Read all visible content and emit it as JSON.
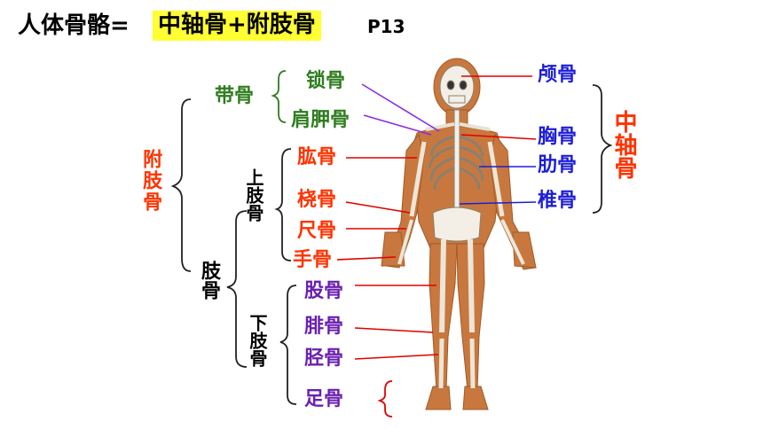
{
  "title": {
    "left": "人体骨骼=",
    "highlight": "中轴骨+附肢骨",
    "page": "P13"
  },
  "appendicular": {
    "label": "附肢骨",
    "girdle": {
      "label": "带骨",
      "items": [
        "锁骨",
        "肩胛骨"
      ]
    },
    "limb": {
      "label": "肢骨",
      "upper": {
        "label": "上肢骨",
        "items": [
          "肱骨",
          "桡骨",
          "尺骨",
          "手骨"
        ]
      },
      "lower": {
        "label": "下肢骨",
        "items": [
          "股骨",
          "腓骨",
          "胫骨",
          "足骨"
        ]
      }
    }
  },
  "axial": {
    "label": "中轴骨",
    "items": [
      "颅骨",
      "胸骨",
      "肋骨",
      "椎骨"
    ]
  },
  "colors": {
    "highlight": "#ffff33",
    "green": "#2e7d1e",
    "red": "#ff3300",
    "blue": "#1d1dd6",
    "purple": "#6a1fb0",
    "skin": "#c8783e"
  }
}
